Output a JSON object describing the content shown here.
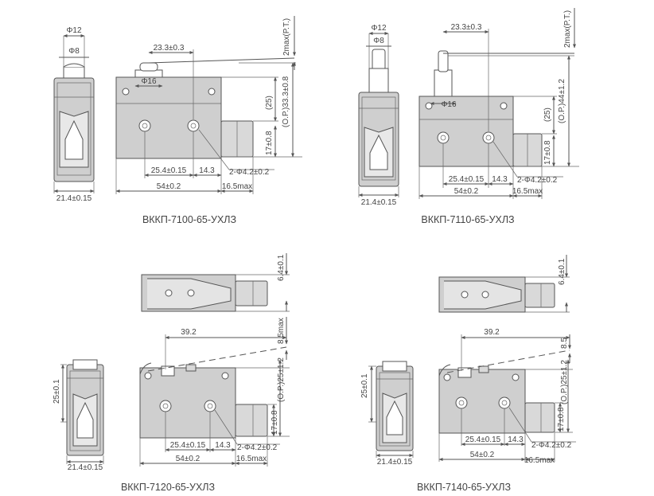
{
  "switches": [
    {
      "caption": "ВККП-7100-65-УХЛЗ",
      "dims": {
        "phi12": "Φ12",
        "phi8": "Φ8",
        "phi16": "Φ16",
        "lever_pos": "23.3±0.3",
        "pt": "2max(P.T.)",
        "op": "(O.P.)33.3±0.8",
        "ref25": "(25)",
        "h17": "17±0.8",
        "a25_4": "25.4±0.15",
        "a14_3": "14.3",
        "holes": "2-Φ4.2±0.2",
        "len54": "54±0.2",
        "ot16_5": "16.5max",
        "w21_4": "21.4±0.15"
      }
    },
    {
      "caption": "ВККП-7110-65-УХЛЗ",
      "dims": {
        "phi12": "Φ12",
        "phi8": "Φ8",
        "phi16": "Φ16",
        "lever_pos": "23.3±0.3",
        "pt": "2max(P.T.)",
        "op": "(O.P.)44±1.2",
        "ref25": "(25)",
        "h17": "17±0.8",
        "a25_4": "25.4±0.15",
        "a14_3": "14.3",
        "holes": "2-Φ4.2±0.2",
        "len54": "54±0.2",
        "ot16_5": "16.5max",
        "w21_4": "21.4±0.15"
      }
    },
    {
      "caption": "ВККП-7120-65-УХЛЗ",
      "dims": {
        "top_h": "6.4±0.1",
        "lever_len": "39.2",
        "pt": "8.5max",
        "op": "(O.P.)25±1.2",
        "h25": "25±0.1",
        "h17": "17±0.8",
        "a25_4": "25.4±0.15",
        "a14_3": "14.3",
        "holes": "2-Φ4.2±0.2",
        "len54": "54±0.2",
        "ot16_5": "16.5max",
        "w21_4": "21.4±0.15"
      }
    },
    {
      "caption": "ВККП-7140-65-УХЛЗ",
      "dims": {
        "top_h": "6.4±0.1",
        "lever_len": "39.2",
        "pt": "8.5",
        "op": "(O.P.)25±1.2",
        "h25": "25±0.1",
        "h17": "17±0.8",
        "a25_4": "25.4±0.15",
        "a14_3": "14.3",
        "holes": "2-Φ4.2±0.2",
        "len54": "54±0.2",
        "ot16_5": "16.5max",
        "w21_4": "21.4±0.15"
      }
    }
  ]
}
